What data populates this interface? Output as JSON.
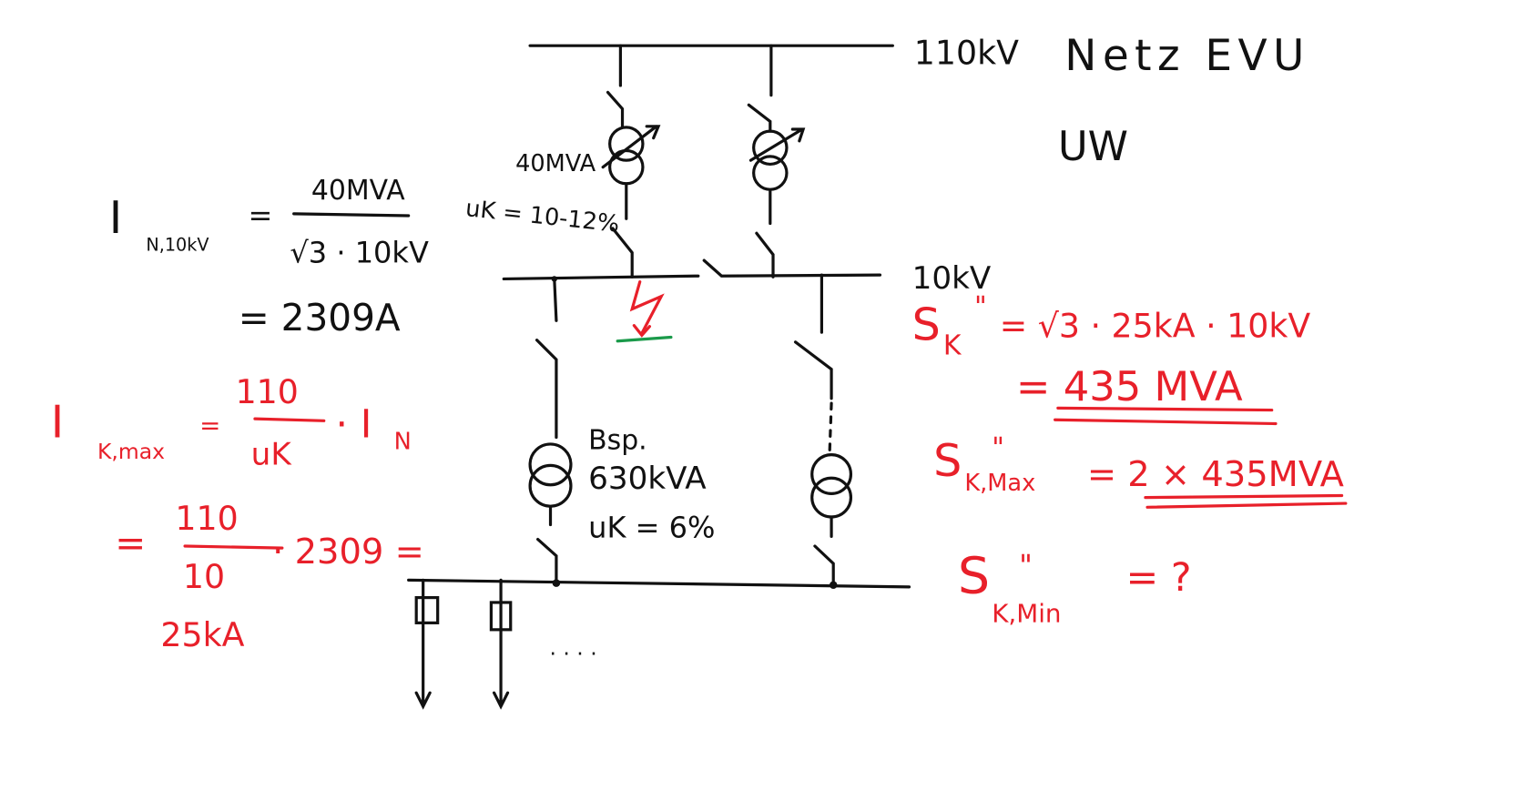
{
  "colors": {
    "ink": "#111111",
    "red": "#e8202a",
    "green": "#1a9a4a"
  },
  "labels": {
    "hv_voltage": "110kV",
    "grid": "Netz EVU",
    "substation": "UW",
    "mv_voltage": "10kV",
    "tr_rating": "40MVA",
    "tr_uk": "uK = 10-12%",
    "dist_example": "Bsp.",
    "dist_rating": "630kVA",
    "dist_uk": "uK = 6%",
    "dots": "· · · ·"
  },
  "formulas": {
    "in_lhs": "I",
    "in_sub": "N,10kV",
    "in_eq": "=",
    "in_num": "40MVA",
    "in_den": "√3 · 10kV",
    "in_result": "= 2309A",
    "ik_lhs": "I",
    "ik_sub": "K,max",
    "ik_eq": "=",
    "ik_num": "110",
    "ik_den": "uK",
    "ik_mul": "· I",
    "ik_mul_sub": "N",
    "ik2_eq": "=",
    "ik2_num": "110",
    "ik2_den": "10",
    "ik2_val": "· 2309 =",
    "ik_result": "25kA",
    "sk_lhs": "S",
    "sk_sub": "K",
    "sk_sup": "\"",
    "sk_rhs": "= √3 · 25kA · 10kV",
    "sk_result": "= 435 MVA",
    "skmax_lhs": "S",
    "skmax_sub": "K,Max",
    "skmax_sup": "\"",
    "skmax_rhs": "= 2 × 435MVA",
    "skmin_lhs": "S",
    "skmin_sub": "K,Min",
    "skmin_sup": "\"",
    "skmin_rhs": "= ?"
  }
}
